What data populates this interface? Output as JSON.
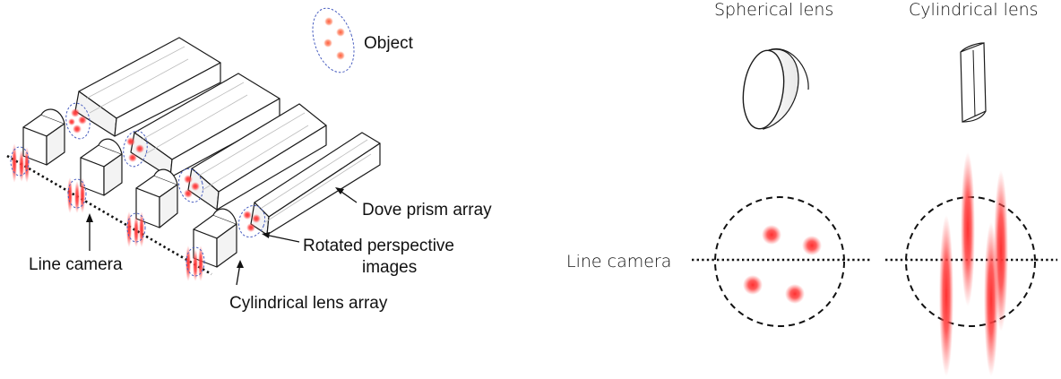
{
  "labels": {
    "object": "Object",
    "dove_prism_array": "Dove prism array",
    "rotated_line1": "Rotated perspective",
    "rotated_line2": "images",
    "line_camera_left": "Line camera",
    "cylindrical_lens_array": "Cylindrical lens array",
    "spherical_lens": "Spherical lens",
    "cylindrical_lens": "Cylindrical lens",
    "line_camera_right": "Line camera"
  },
  "colors": {
    "spot_red": "#ff2a2a",
    "halo_blue": "#4a5fc0",
    "outline": "#1a1a1a"
  }
}
